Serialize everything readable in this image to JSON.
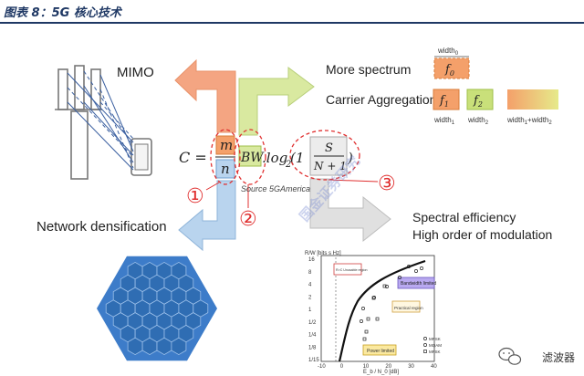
{
  "header": {
    "title": "图表 8：5G 核心技术"
  },
  "labels": {
    "mimo": "MIMO",
    "more_spectrum": "More spectrum",
    "carrier_aggregation": "Carrier Aggregation",
    "network_densification": "Network densification",
    "spectral_efficiency": "Spectral efficiency",
    "high_order_modulation": "High order of modulation",
    "source": "Source 5GAmerica"
  },
  "formula": {
    "c_eq": "C =",
    "m": "m",
    "n": "n",
    "bw": "BW",
    "log": ".log",
    "log_sub": "2",
    "one_plus": "(1 +",
    "snr_num": "S",
    "snr_den": "N + 1",
    "close": ")"
  },
  "markers": [
    "①",
    "②",
    "③"
  ],
  "spectrum_boxes": {
    "f0": "f",
    "f0_sub": "0",
    "f1": "f",
    "f1_sub": "1",
    "f2": "f",
    "f2_sub": "2",
    "width0": "width",
    "width0_sub": "0",
    "width1": "width",
    "width1_sub": "1",
    "width2": "width",
    "width2_sub": "2",
    "width_sum": "width",
    "width_sum_mid": "+width",
    "width_sum_sub1": "1",
    "width_sum_sub2": "2"
  },
  "mini_chart": {
    "ylabel": "R/W [bits s Hz]",
    "xlabel": "E_b / N_0 [dB]",
    "yticks": [
      "16",
      "8",
      "4",
      "2",
      "1",
      "1/2",
      "1/4",
      "1/8",
      "1/15"
    ],
    "xticks": [
      "-10",
      "0",
      "10",
      "20",
      "30",
      "40"
    ],
    "boxes": [
      "Bandwidth limited",
      "Practical region",
      "Power limited",
      "R>C Unusable region"
    ],
    "legend": [
      "MPSK",
      "MQAM",
      "MFSK"
    ]
  },
  "watermark": "国金证券研究",
  "brand": "滤波器",
  "colors": {
    "header": "#1f3864",
    "orange_arrow": "#f4a582",
    "green_arrow": "#d9e9a0",
    "blue_arrow": "#b9d4ee",
    "gray_arrow": "#d9d9d9",
    "red_dash": "#e03030",
    "orange_box": "#f4a06a",
    "green_box": "#c9e07a",
    "hex_blue": "#2f6db3"
  }
}
